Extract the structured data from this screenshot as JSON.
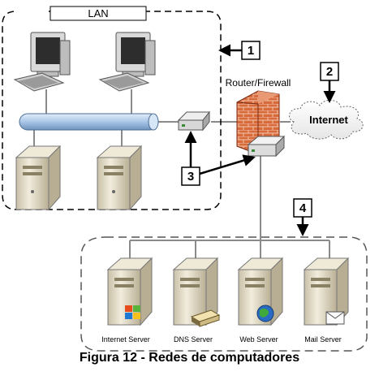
{
  "diagram": {
    "lan_label": "LAN",
    "router_label": "Router/Firewall",
    "internet_label": "Internet",
    "callouts": [
      "1",
      "2",
      "3",
      "4"
    ],
    "servers": {
      "internet": "Internet Server",
      "dns": "DNS Server",
      "web": "Web Server",
      "mail": "Mail Server"
    }
  },
  "caption": "Figura 12 - Redes de computadores",
  "colors": {
    "cable": "#8a8a8a",
    "lan_bus": "#a9c6e6",
    "brick": "#d96b3f",
    "server_body": "#e8e2d0",
    "outline": "#000000"
  }
}
